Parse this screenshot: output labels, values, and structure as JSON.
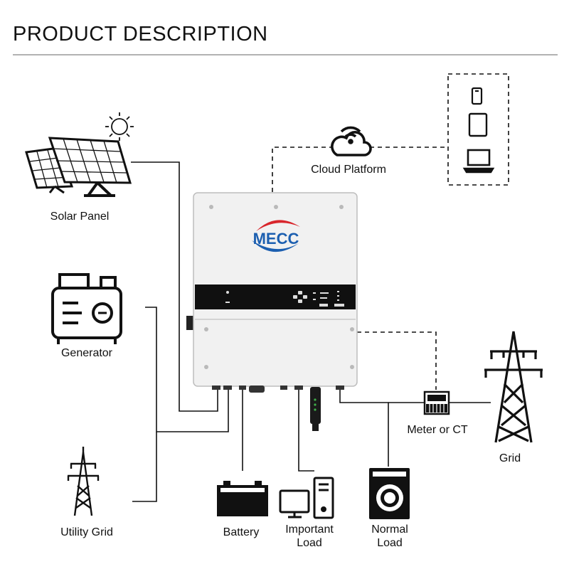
{
  "header": {
    "title": "PRODUCT DESCRIPTION"
  },
  "inverter": {
    "brand": "MECC"
  },
  "nodes": {
    "solar_panel": "Solar Panel",
    "generator": "Generator",
    "utility_grid": "Utility Grid",
    "cloud_platform": "Cloud Platform",
    "meter": "Meter or CT",
    "grid": "Grid",
    "battery": "Battery",
    "important_load": [
      "Important",
      "Load"
    ],
    "normal_load": [
      "Normal",
      "Load"
    ]
  },
  "icons": {
    "sun": "sun-icon",
    "solar": "solar-panel-icon",
    "generator": "generator-icon",
    "tower": "power-tower-icon",
    "wifi_cloud": "wifi-cloud-icon",
    "phone": "phone-icon",
    "tablet": "tablet-icon",
    "laptop": "laptop-icon",
    "meter": "meter-icon",
    "battery": "battery-icon",
    "computer": "computer-icon",
    "washer": "washing-machine-icon"
  },
  "colors": {
    "brand_blue": "#1c5fb0",
    "brand_red": "#d8262c",
    "display": "#101010"
  }
}
